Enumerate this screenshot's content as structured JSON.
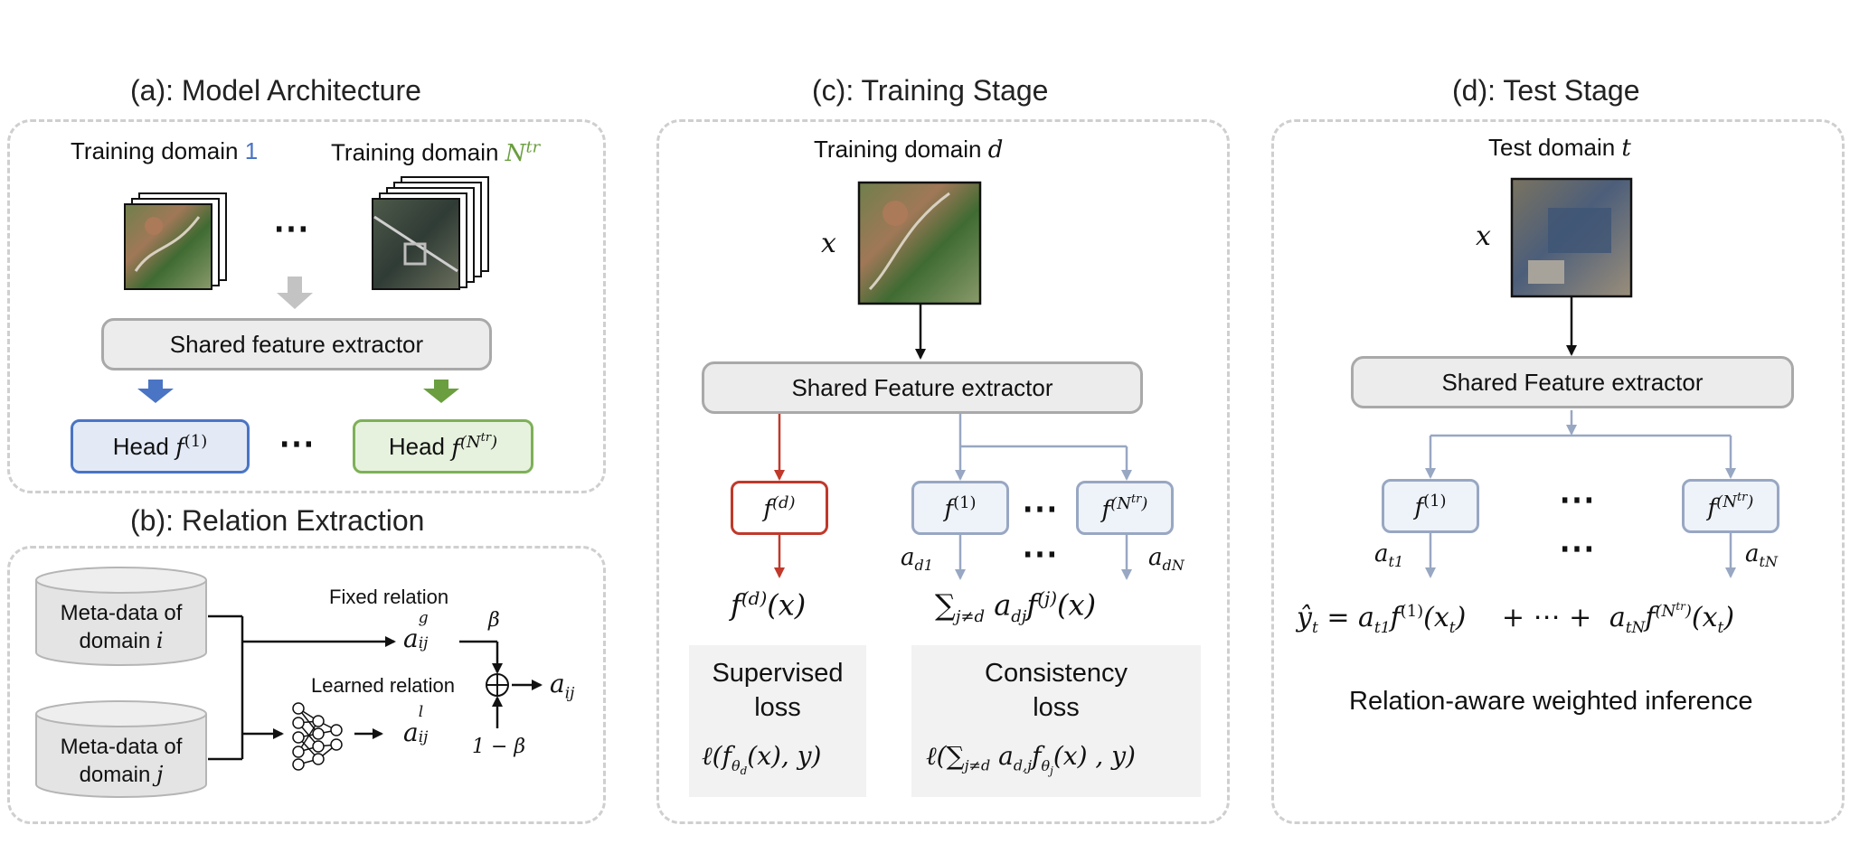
{
  "panel_a": {
    "title": "(a): Model Architecture",
    "domain_left_label": "Training domain",
    "domain_left_index": "1",
    "domain_right_label": "Training domain",
    "domain_right_index": "N",
    "domain_right_index_sup": "tr",
    "ellipsis": "⋯",
    "extractor": "Shared feature extractor",
    "head_left_text": "Head",
    "head_left_math": "f",
    "head_left_sup": "(1)",
    "head_right_text": "Head",
    "head_right_math": "f",
    "head_right_sup": "(N",
    "head_right_sup_sup": "tr",
    "head_right_sup_close": ")",
    "head_ellipsis": "⋯"
  },
  "panel_b": {
    "title": "(b): Relation Extraction",
    "meta_i_line1": "Meta-data of",
    "meta_i_line2": "domain",
    "meta_i_var": "i",
    "meta_j_line1": "Meta-data of",
    "meta_j_line2": "domain",
    "meta_j_var": "j",
    "fixed_label": "Fixed relation",
    "learned_label": "Learned relation",
    "a_g": "a",
    "a_g_sup": "g",
    "a_g_sub": "ij",
    "a_l": "a",
    "a_l_sup": "l",
    "a_l_sub": "ij",
    "beta": "β",
    "one_minus_beta": "1 − β",
    "plus": "⊕",
    "a_out": "a",
    "a_out_sub": "ij"
  },
  "panel_c": {
    "title": "(c): Training Stage",
    "domain_label": "Training domain",
    "domain_var": "d",
    "x_var": "x",
    "extractor": "Shared Feature extractor",
    "fd": "f",
    "fd_sup": "(d)",
    "f1": "f",
    "f1_sup": "(1)",
    "fN": "f",
    "fN_sup": "(N",
    "fN_sup_sup": "tr",
    "fN_sup_close": ")",
    "ellipsis_top": "⋯",
    "ellipsis_mid": "⋯",
    "a_d1": "a",
    "a_d1_sub": "d1",
    "a_dN": "a",
    "a_dN_sub": "dN",
    "fd_x": "f",
    "fd_x_sup": "(d)",
    "fd_x_tail": "(x)",
    "sum_expr_sigma": "∑",
    "sum_expr_sub": "j≠d",
    "sum_expr_a": "a",
    "sum_expr_a_sub": "dj",
    "sum_expr_f": "f",
    "sum_expr_f_sup": "(j)",
    "sum_expr_tail": "(x)",
    "sup_loss_line1": "Supervised",
    "sup_loss_line2": "loss",
    "sup_loss_expr": "ℓ(f",
    "sup_loss_expr_sub": "θ",
    "sup_loss_expr_subsub": "d",
    "sup_loss_expr_tail": "(x), y)",
    "con_loss_line1": "Consistency",
    "con_loss_line2": "loss",
    "con_loss_expr_head": "ℓ(",
    "con_loss_sigma": "∑",
    "con_loss_sigma_sub": "j≠d",
    "con_loss_a": "a",
    "con_loss_a_sub": "d,j",
    "con_loss_f": "f",
    "con_loss_f_sub": "θ",
    "con_loss_f_subsub": "j",
    "con_loss_tail": "(x) , y)"
  },
  "panel_d": {
    "title": "(d): Test Stage",
    "domain_label": "Test domain",
    "domain_var": "t",
    "x_var": "x",
    "extractor": "Shared Feature extractor",
    "f1": "f",
    "f1_sup": "(1)",
    "fN": "f",
    "fN_sup": "(N",
    "fN_sup_sup": "tr",
    "fN_sup_close": ")",
    "ellipsis_top": "⋯",
    "ellipsis_mid": "⋯",
    "a_t1": "a",
    "a_t1_sub": "t1",
    "a_tN": "a",
    "a_tN_sub": "tN",
    "y_hat": "ŷ",
    "y_hat_sub": "t",
    "eq_a1": " = a",
    "eq_a1_sub": "t1",
    "eq_f1": "f",
    "eq_f1_sup": "(1)",
    "eq_f1_tail": "(x",
    "eq_f1_tail_sub": "t",
    "eq_f1_close": ")",
    "eq_mid": "+ ⋯ +",
    "eq_aN": "a",
    "eq_aN_sub": "tN",
    "eq_fN": "f",
    "eq_fN_sup": "(N",
    "eq_fN_sup_sup": "tr",
    "eq_fN_sup_close": ")",
    "eq_fN_tail": "(x",
    "eq_fN_tail_sub": "t",
    "eq_fN_close": ")",
    "caption": "Relation-aware weighted inference"
  },
  "colors": {
    "blue_accent": "#4a74c4",
    "green_accent": "#6a9e3f",
    "red_accent": "#c0392b",
    "slate_arrow": "#98a7c2",
    "dashed_border": "#cfcfcf"
  }
}
